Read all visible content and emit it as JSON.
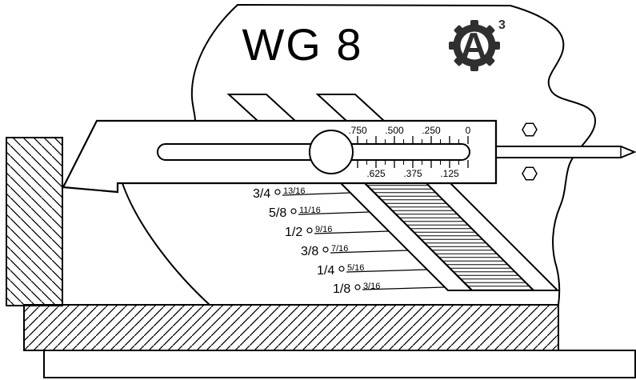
{
  "drawing": {
    "title": "WG 8",
    "logo": {
      "letter": "A",
      "superscript": "3"
    },
    "gauge_scale": {
      "top_labels": [
        ".750",
        ".500",
        ".250",
        "0"
      ],
      "bottom_labels": [
        ".625",
        ".375",
        ".125"
      ]
    },
    "weld_sizes": [
      {
        "major": "3/4",
        "minor": "13/16"
      },
      {
        "major": "5/8",
        "minor": "11/16"
      },
      {
        "major": "1/2",
        "minor": "9/16"
      },
      {
        "major": "3/8",
        "minor": "7/16"
      },
      {
        "major": "1/4",
        "minor": "5/16"
      },
      {
        "major": "1/8",
        "minor": "3/16"
      }
    ],
    "colors": {
      "line": "#000000",
      "background": "#ffffff",
      "logo": "#2f2f2f"
    }
  }
}
